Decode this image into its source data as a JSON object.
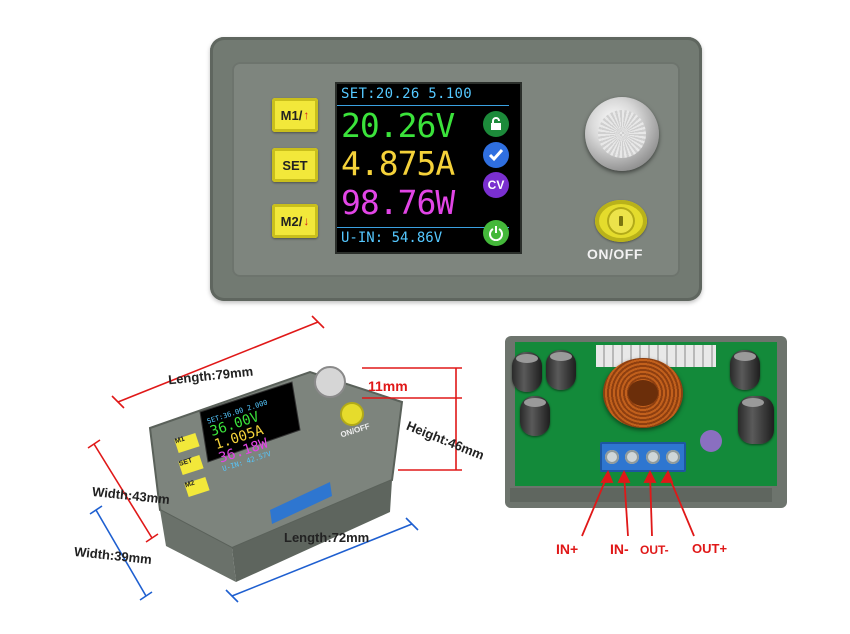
{
  "panel": {
    "buttons": {
      "m1": "M1/",
      "set": "SET",
      "m2": "M2/",
      "m1_arrow": "↑",
      "m2_arrow": "↓"
    },
    "lcd": {
      "set_line": "SET:20.26 5.100",
      "voltage": "20.26V",
      "current": "4.875A",
      "power": "98.76W",
      "input": "U-IN: 54.86V",
      "voltage_color": "#3be33b",
      "current_color": "#f5d23a",
      "power_color": "#e245e6",
      "icons": [
        "lock-icon",
        "check-icon",
        "cv-icon",
        "power-icon"
      ],
      "cv_label": "CV"
    },
    "onoff_label": "ON/OFF"
  },
  "small_module": {
    "lcd": {
      "set_line": "SET:36.00 2.000",
      "voltage": "36.00V",
      "current": "1.005A",
      "power": "36.18W",
      "input": "U-IN: 42.57V"
    },
    "buttons": {
      "m1": "M1",
      "set": "SET",
      "m2": "M2"
    },
    "onoff_label": "ON/OFF"
  },
  "dimensions": {
    "length79": "Length:79mm",
    "knob": "11mm",
    "height": "Height:46mm",
    "width43": "Width:43mm",
    "width39": "Width:39mm",
    "length72": "Length:72mm"
  },
  "terminals": {
    "in_plus": "IN+",
    "in_minus": "IN-",
    "out_minus": "OUT-",
    "out_plus": "OUT+"
  },
  "colors": {
    "accent": "#f2e83a",
    "label_red": "#e01818",
    "dim_red": "#e01818",
    "dim_blue": "#1e5fd0"
  }
}
